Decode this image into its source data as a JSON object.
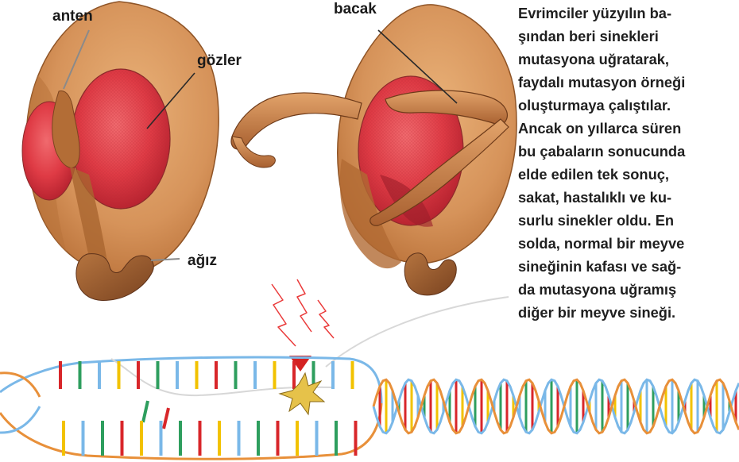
{
  "labels": {
    "antenna": "anten",
    "eyes": "gözler",
    "mouth": "ağız",
    "leg": "bacak"
  },
  "caption": {
    "lines": [
      "Evrimciler yüzyılın ba-",
      "şından beri sinekleri",
      "mutasyona uğratarak,",
      "faydalı mutasyon örneği",
      "oluşturmaya çalıştılar.",
      "Ancak on yıllarca süren",
      "bu çabaların sonucunda",
      "elde edilen tek sonuç,",
      "sakat, hastalıklı ve ku-",
      "surlu sinekler oldu. En",
      "solda, normal bir meyve",
      "sineğinin kafası ve sağ-",
      "da mutasyona uğramış",
      "diğer bir meyve sineği."
    ]
  },
  "colors": {
    "strand_orange": "#e8903a",
    "strand_blue": "#7ab8e8",
    "base_red": "#d8262a",
    "base_green": "#2e9e5e",
    "base_yellow": "#f2c200",
    "base_blue": "#7ab8e8"
  }
}
